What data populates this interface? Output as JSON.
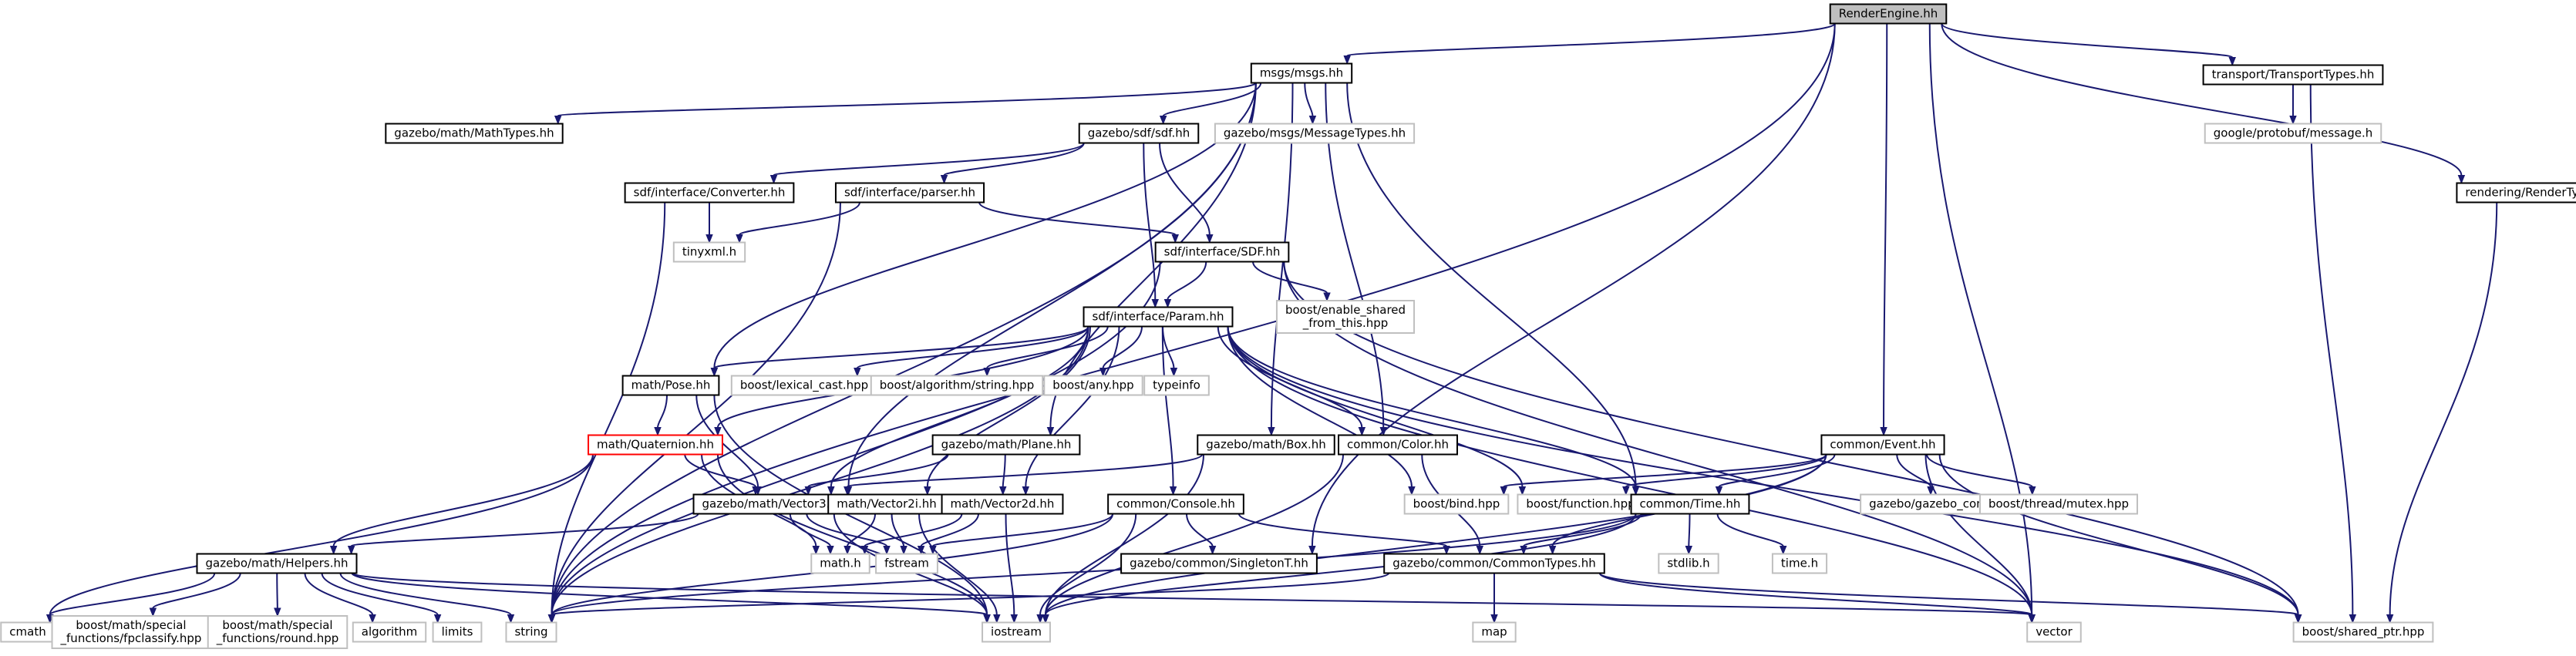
{
  "colors": {
    "edge": "#191970",
    "root_fill": "#bfbfbf",
    "local_border": "#000000",
    "external_border": "#bfbfbf",
    "missing_doc_border": "#ff0000",
    "background": "#ffffff"
  },
  "nodes": [
    {
      "id": "renderengine",
      "lines": [
        "RenderEngine.hh"
      ],
      "kind": "root"
    },
    {
      "id": "msgs",
      "lines": [
        "msgs/msgs.hh"
      ],
      "kind": "local"
    },
    {
      "id": "transporttypes",
      "lines": [
        "transport/TransportTypes.hh"
      ],
      "kind": "local"
    },
    {
      "id": "rendertypes",
      "lines": [
        "rendering/RenderTypes.hh"
      ],
      "kind": "local"
    },
    {
      "id": "mathtypes",
      "lines": [
        "gazebo/math/MathTypes.hh"
      ],
      "kind": "local"
    },
    {
      "id": "sdfhh",
      "lines": [
        "gazebo/sdf/sdf.hh"
      ],
      "kind": "local"
    },
    {
      "id": "messagetypes",
      "lines": [
        "gazebo/msgs/MessageTypes.hh"
      ],
      "kind": "external"
    },
    {
      "id": "protobuf",
      "lines": [
        "google/protobuf/message.h"
      ],
      "kind": "external"
    },
    {
      "id": "converter",
      "lines": [
        "sdf/interface/Converter.hh"
      ],
      "kind": "local"
    },
    {
      "id": "parser",
      "lines": [
        "sdf/interface/parser.hh"
      ],
      "kind": "local"
    },
    {
      "id": "tinyxml",
      "lines": [
        "tinyxml.h"
      ],
      "kind": "external"
    },
    {
      "id": "sdfsdf",
      "lines": [
        "sdf/interface/SDF.hh"
      ],
      "kind": "local"
    },
    {
      "id": "enableshared",
      "lines": [
        "boost/enable_shared",
        "_from_this.hpp"
      ],
      "kind": "external"
    },
    {
      "id": "param",
      "lines": [
        "sdf/interface/Param.hh"
      ],
      "kind": "local"
    },
    {
      "id": "pose",
      "lines": [
        "math/Pose.hh"
      ],
      "kind": "local"
    },
    {
      "id": "lexicalcast",
      "lines": [
        "boost/lexical_cast.hpp"
      ],
      "kind": "external"
    },
    {
      "id": "algostring",
      "lines": [
        "boost/algorithm/string.hpp"
      ],
      "kind": "external"
    },
    {
      "id": "boostany",
      "lines": [
        "boost/any.hpp"
      ],
      "kind": "external"
    },
    {
      "id": "typeinfo",
      "lines": [
        "typeinfo"
      ],
      "kind": "external"
    },
    {
      "id": "quaternion",
      "lines": [
        "math/Quaternion.hh"
      ],
      "kind": "missing"
    },
    {
      "id": "plane",
      "lines": [
        "gazebo/math/Plane.hh"
      ],
      "kind": "local"
    },
    {
      "id": "box",
      "lines": [
        "gazebo/math/Box.hh"
      ],
      "kind": "local"
    },
    {
      "id": "color",
      "lines": [
        "common/Color.hh"
      ],
      "kind": "local"
    },
    {
      "id": "event",
      "lines": [
        "common/Event.hh"
      ],
      "kind": "local"
    },
    {
      "id": "vector3",
      "lines": [
        "gazebo/math/Vector3.hh"
      ],
      "kind": "local"
    },
    {
      "id": "vector2i",
      "lines": [
        "math/Vector2i.hh"
      ],
      "kind": "local"
    },
    {
      "id": "vector2d",
      "lines": [
        "math/Vector2d.hh"
      ],
      "kind": "local"
    },
    {
      "id": "console",
      "lines": [
        "common/Console.hh"
      ],
      "kind": "local"
    },
    {
      "id": "bind",
      "lines": [
        "boost/bind.hpp"
      ],
      "kind": "external"
    },
    {
      "id": "function",
      "lines": [
        "boost/function.hpp"
      ],
      "kind": "external"
    },
    {
      "id": "timehh",
      "lines": [
        "common/Time.hh"
      ],
      "kind": "local"
    },
    {
      "id": "gazeboconfig",
      "lines": [
        "gazebo/gazebo_config.h"
      ],
      "kind": "external"
    },
    {
      "id": "mutex",
      "lines": [
        "boost/thread/mutex.hpp"
      ],
      "kind": "external"
    },
    {
      "id": "helpers",
      "lines": [
        "gazebo/math/Helpers.hh"
      ],
      "kind": "local"
    },
    {
      "id": "mathh",
      "lines": [
        "math.h"
      ],
      "kind": "external"
    },
    {
      "id": "fstream",
      "lines": [
        "fstream"
      ],
      "kind": "external"
    },
    {
      "id": "singleton",
      "lines": [
        "gazebo/common/SingletonT.hh"
      ],
      "kind": "local"
    },
    {
      "id": "commontypes",
      "lines": [
        "gazebo/common/CommonTypes.hh"
      ],
      "kind": "local"
    },
    {
      "id": "stdlib",
      "lines": [
        "stdlib.h"
      ],
      "kind": "external"
    },
    {
      "id": "timeh",
      "lines": [
        "time.h"
      ],
      "kind": "external"
    },
    {
      "id": "cmath",
      "lines": [
        "cmath"
      ],
      "kind": "external"
    },
    {
      "id": "fpclassify",
      "lines": [
        "boost/math/special",
        "_functions/fpclassify.hpp"
      ],
      "kind": "external"
    },
    {
      "id": "roundhpp",
      "lines": [
        "boost/math/special",
        "_functions/round.hpp"
      ],
      "kind": "external"
    },
    {
      "id": "algorithm",
      "lines": [
        "algorithm"
      ],
      "kind": "external"
    },
    {
      "id": "limits",
      "lines": [
        "limits"
      ],
      "kind": "external"
    },
    {
      "id": "string",
      "lines": [
        "string"
      ],
      "kind": "external"
    },
    {
      "id": "iostream",
      "lines": [
        "iostream"
      ],
      "kind": "external"
    },
    {
      "id": "vector",
      "lines": [
        "vector"
      ],
      "kind": "external"
    },
    {
      "id": "map",
      "lines": [
        "map"
      ],
      "kind": "external"
    },
    {
      "id": "sharedptr",
      "lines": [
        "boost/shared_ptr.hpp"
      ],
      "kind": "external"
    }
  ],
  "edges": [
    [
      "renderengine",
      "msgs"
    ],
    [
      "renderengine",
      "transporttypes"
    ],
    [
      "renderengine",
      "rendertypes"
    ],
    [
      "renderengine",
      "event"
    ],
    [
      "renderengine",
      "string"
    ],
    [
      "renderengine",
      "vector"
    ],
    [
      "renderengine",
      "singleton"
    ],
    [
      "msgs",
      "mathtypes"
    ],
    [
      "msgs",
      "sdfhh"
    ],
    [
      "msgs",
      "messagetypes"
    ],
    [
      "msgs",
      "pose"
    ],
    [
      "msgs",
      "vector3"
    ],
    [
      "msgs",
      "plane"
    ],
    [
      "msgs",
      "box"
    ],
    [
      "msgs",
      "color"
    ],
    [
      "msgs",
      "timehh"
    ],
    [
      "msgs",
      "string"
    ],
    [
      "transporttypes",
      "protobuf"
    ],
    [
      "transporttypes",
      "sharedptr"
    ],
    [
      "rendertypes",
      "sharedptr"
    ],
    [
      "sdfhh",
      "converter"
    ],
    [
      "sdfhh",
      "parser"
    ],
    [
      "sdfhh",
      "sdfsdf"
    ],
    [
      "sdfhh",
      "param"
    ],
    [
      "converter",
      "tinyxml"
    ],
    [
      "converter",
      "string"
    ],
    [
      "parser",
      "tinyxml"
    ],
    [
      "parser",
      "sdfsdf"
    ],
    [
      "parser",
      "string"
    ],
    [
      "sdfsdf",
      "param"
    ],
    [
      "sdfsdf",
      "enableshared"
    ],
    [
      "sdfsdf",
      "string"
    ],
    [
      "sdfsdf",
      "vector"
    ],
    [
      "sdfsdf",
      "sharedptr"
    ],
    [
      "param",
      "pose"
    ],
    [
      "param",
      "lexicalcast"
    ],
    [
      "param",
      "algostring"
    ],
    [
      "param",
      "boostany"
    ],
    [
      "param",
      "typeinfo"
    ],
    [
      "param",
      "quaternion"
    ],
    [
      "param",
      "vector3"
    ],
    [
      "param",
      "vector2i"
    ],
    [
      "param",
      "vector2d"
    ],
    [
      "param",
      "console"
    ],
    [
      "param",
      "color"
    ],
    [
      "param",
      "bind"
    ],
    [
      "param",
      "function"
    ],
    [
      "param",
      "timehh"
    ],
    [
      "param",
      "string"
    ],
    [
      "param",
      "vector"
    ],
    [
      "param",
      "sharedptr"
    ],
    [
      "pose",
      "quaternion"
    ],
    [
      "pose",
      "vector3"
    ],
    [
      "pose",
      "iostream"
    ],
    [
      "quaternion",
      "vector3"
    ],
    [
      "quaternion",
      "helpers"
    ],
    [
      "quaternion",
      "mathh"
    ],
    [
      "quaternion",
      "iostream"
    ],
    [
      "quaternion",
      "cmath"
    ],
    [
      "plane",
      "vector3"
    ],
    [
      "plane",
      "vector2d"
    ],
    [
      "box",
      "vector3"
    ],
    [
      "box",
      "iostream"
    ],
    [
      "color",
      "iostream"
    ],
    [
      "color",
      "commontypes"
    ],
    [
      "vector3",
      "helpers"
    ],
    [
      "vector3",
      "mathh"
    ],
    [
      "vector3",
      "fstream"
    ],
    [
      "vector3",
      "iostream"
    ],
    [
      "vector2i",
      "mathh"
    ],
    [
      "vector2i",
      "fstream"
    ],
    [
      "vector2i",
      "iostream"
    ],
    [
      "vector2d",
      "mathh"
    ],
    [
      "vector2d",
      "fstream"
    ],
    [
      "vector2d",
      "iostream"
    ],
    [
      "console",
      "iostream"
    ],
    [
      "console",
      "fstream"
    ],
    [
      "console",
      "string"
    ],
    [
      "console",
      "singleton"
    ],
    [
      "console",
      "commontypes"
    ],
    [
      "event",
      "timehh"
    ],
    [
      "event",
      "bind"
    ],
    [
      "event",
      "function"
    ],
    [
      "event",
      "gazeboconfig"
    ],
    [
      "event",
      "mutex"
    ],
    [
      "event",
      "commontypes"
    ],
    [
      "event",
      "iostream"
    ],
    [
      "event",
      "vector"
    ],
    [
      "event",
      "sharedptr"
    ],
    [
      "timehh",
      "commontypes"
    ],
    [
      "timehh",
      "stdlib"
    ],
    [
      "timehh",
      "timeh"
    ],
    [
      "timehh",
      "iostream"
    ],
    [
      "timehh",
      "string"
    ],
    [
      "helpers",
      "cmath"
    ],
    [
      "helpers",
      "fpclassify"
    ],
    [
      "helpers",
      "roundhpp"
    ],
    [
      "helpers",
      "algorithm"
    ],
    [
      "helpers",
      "limits"
    ],
    [
      "helpers",
      "string"
    ],
    [
      "helpers",
      "iostream"
    ],
    [
      "helpers",
      "vector"
    ],
    [
      "commontypes",
      "map"
    ],
    [
      "commontypes",
      "string"
    ],
    [
      "commontypes",
      "vector"
    ],
    [
      "commontypes",
      "sharedptr"
    ]
  ]
}
